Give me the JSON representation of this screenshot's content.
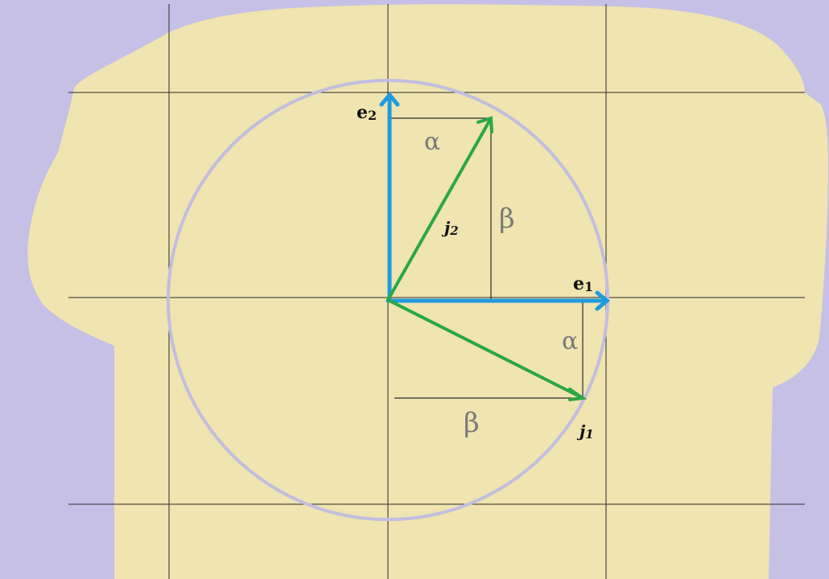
{
  "colors": {
    "background": "#c6c0e6",
    "paper": "#f0e4b0",
    "grid": "#2a2a2a",
    "circle": "#c2bde0",
    "basis": "#1e9be0",
    "rotated": "#2aa844",
    "text_greek": "#7a7a7a",
    "text_vector": "#111111"
  },
  "labels": {
    "e2": {
      "base": "e",
      "sub": "2"
    },
    "e1": {
      "base": "e",
      "sub": "1"
    },
    "j2": {
      "base": "j",
      "sub": "2"
    },
    "j1": {
      "base": "j",
      "sub": "1"
    },
    "alpha_top": "α",
    "beta_right": "β",
    "alpha_right": "α",
    "beta_bottom": "β"
  }
}
